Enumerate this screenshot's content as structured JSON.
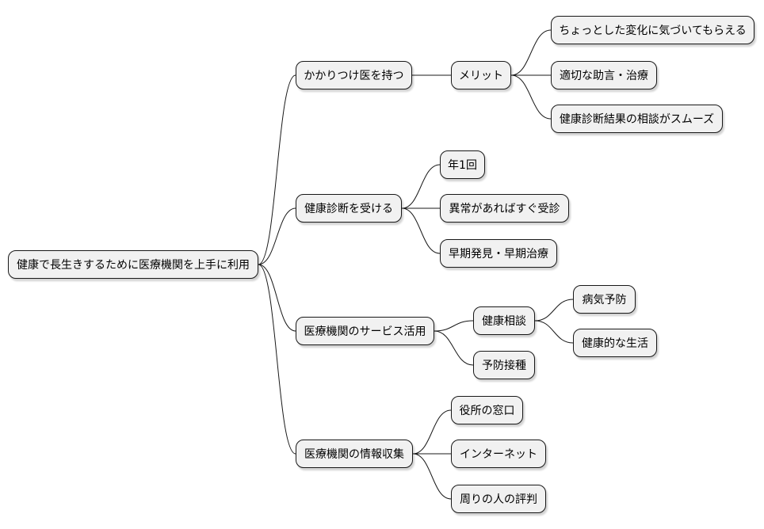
{
  "root": {
    "label": "健康で長生きするために医療機関を上手に利用",
    "children": [
      {
        "label": "かかりつけ医を持つ",
        "children": [
          {
            "label": "メリット",
            "children": [
              {
                "label": "ちょっとした変化に気づいてもらえる"
              },
              {
                "label": "適切な助言・治療"
              },
              {
                "label": "健康診断結果の相談がスムーズ"
              }
            ]
          }
        ]
      },
      {
        "label": "健康診断を受ける",
        "children": [
          {
            "label": "年1回"
          },
          {
            "label": "異常があればすぐ受診"
          },
          {
            "label": "早期発見・早期治療"
          }
        ]
      },
      {
        "label": "医療機関のサービス活用",
        "children": [
          {
            "label": "健康相談",
            "children": [
              {
                "label": "病気予防"
              },
              {
                "label": "健康的な生活"
              }
            ]
          },
          {
            "label": "予防接種"
          }
        ]
      },
      {
        "label": "医療機関の情報収集",
        "children": [
          {
            "label": "役所の窓口"
          },
          {
            "label": "インターネット"
          },
          {
            "label": "周りの人の評判"
          }
        ]
      }
    ]
  }
}
